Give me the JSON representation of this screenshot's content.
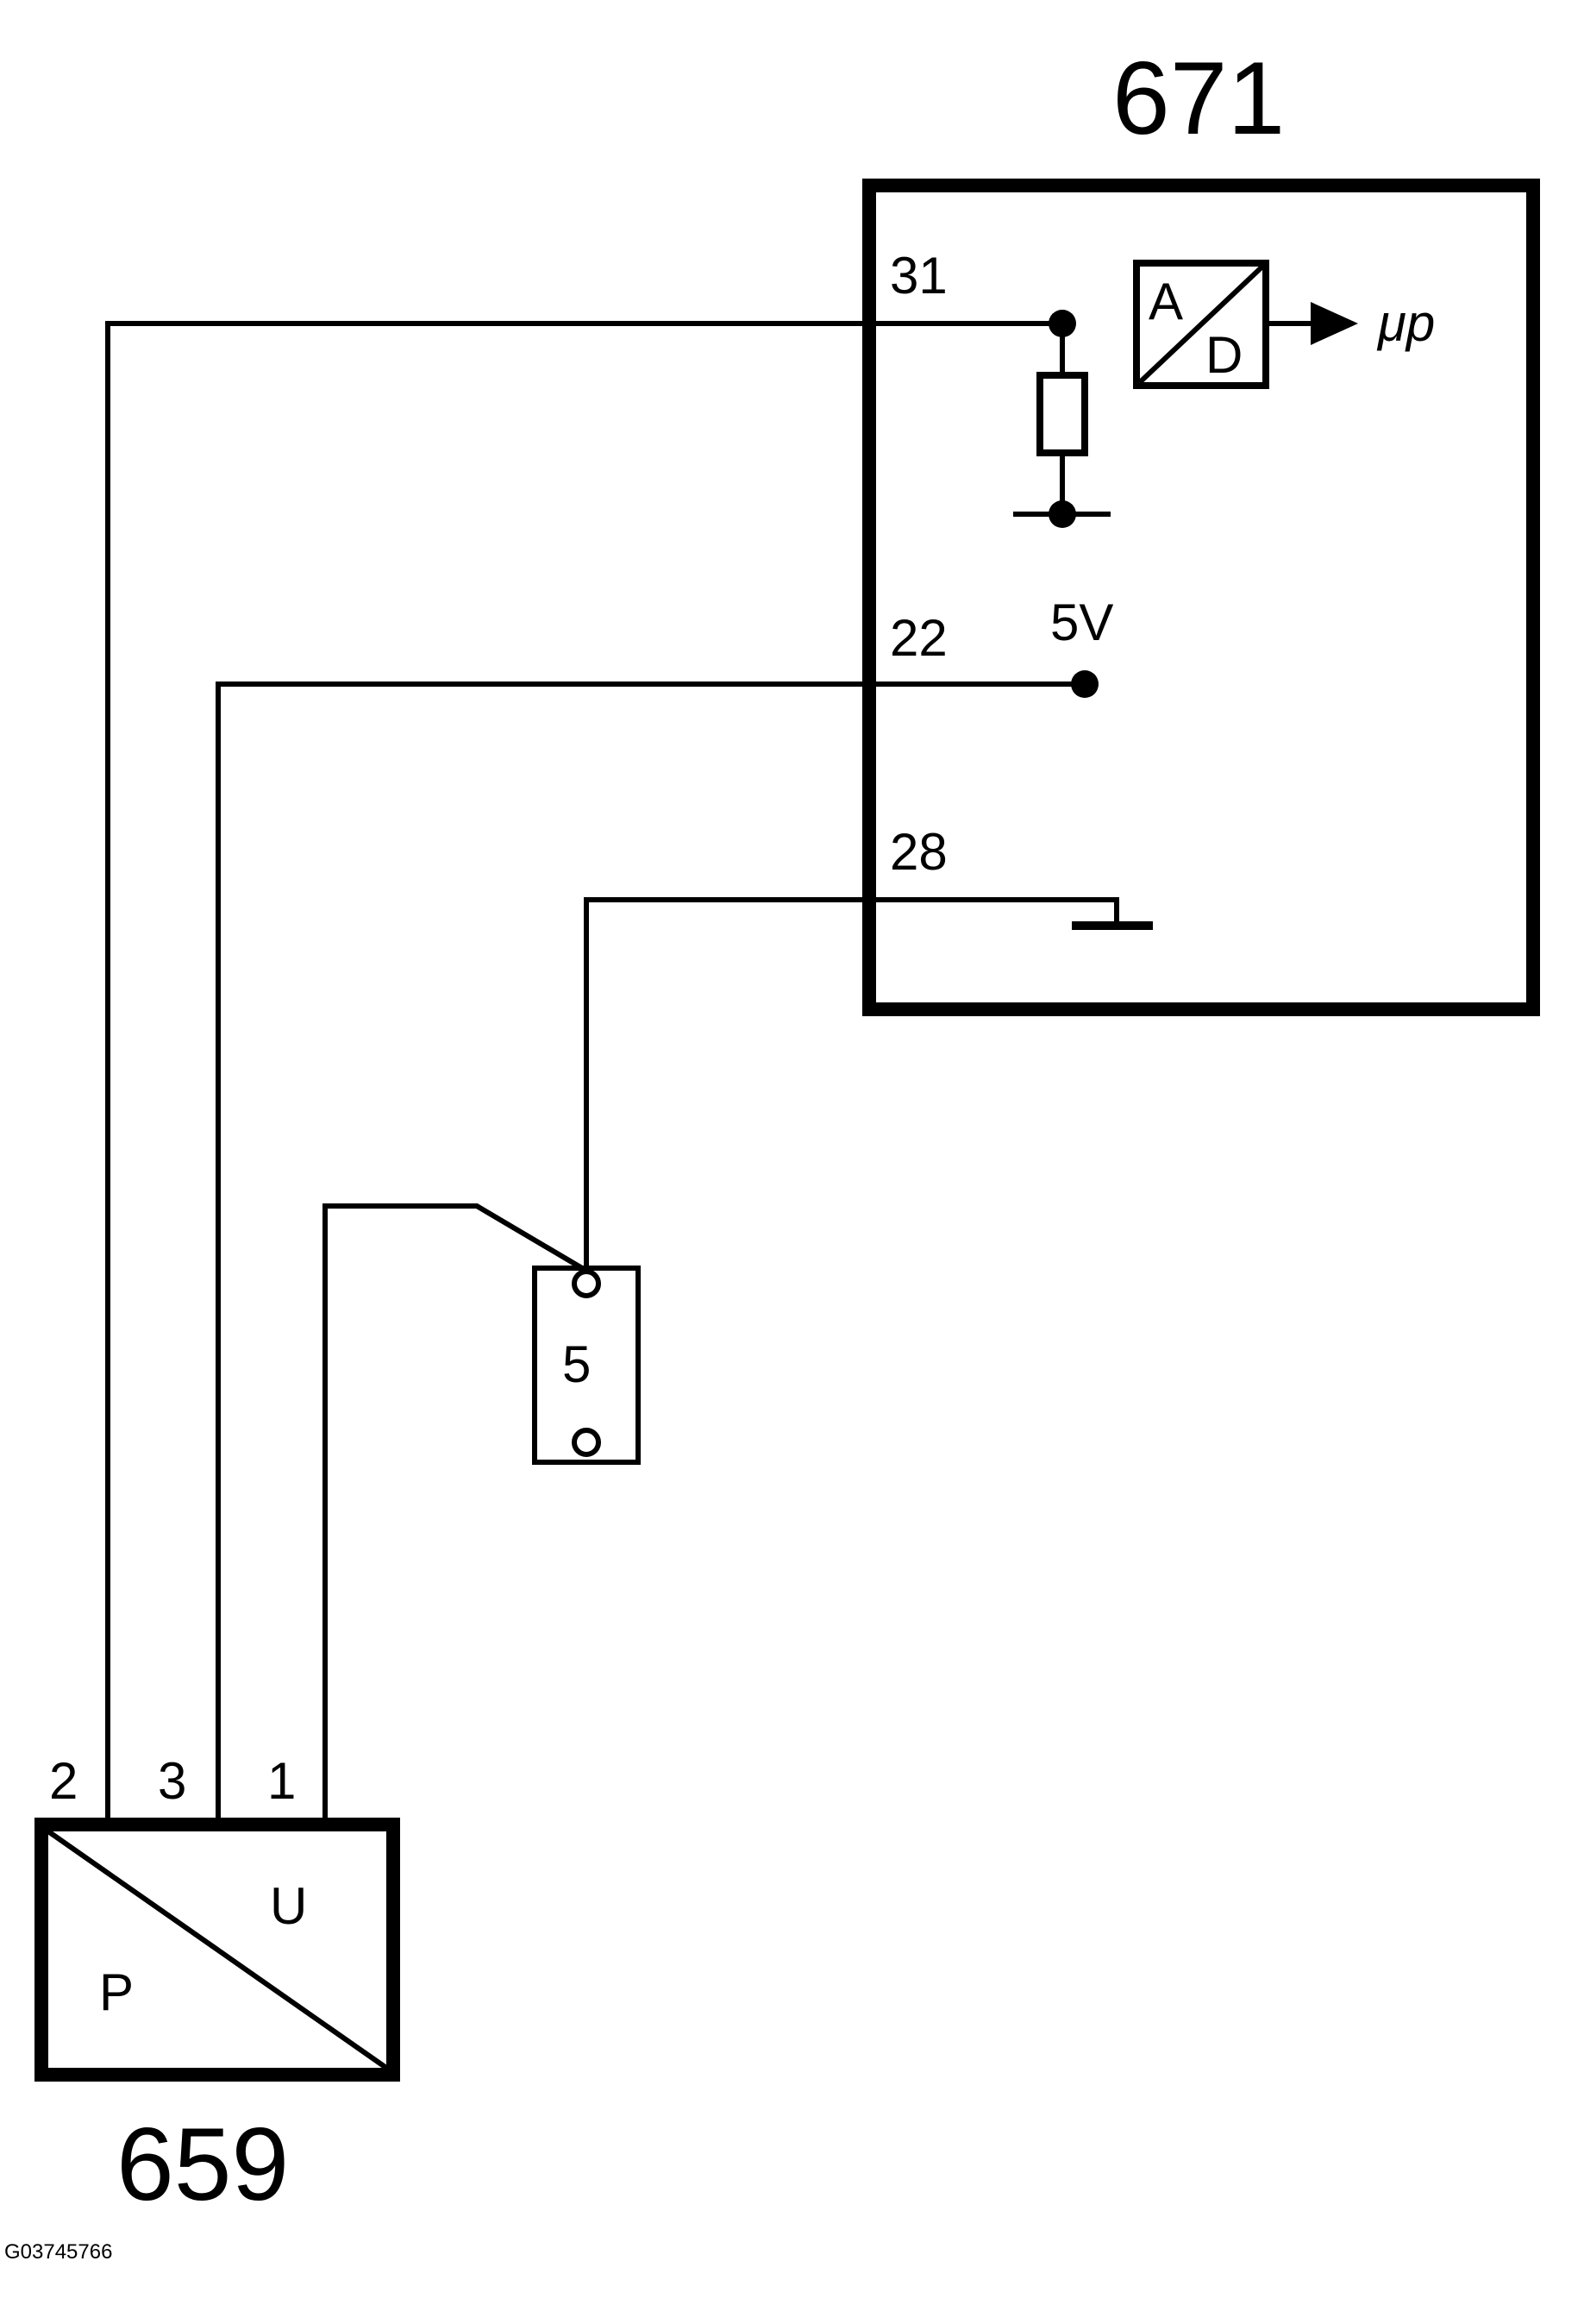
{
  "components": {
    "ecu": {
      "number": "671",
      "pins": {
        "p31": "31",
        "p22": "22",
        "p28": "28"
      },
      "supply_label": "5V",
      "adc": {
        "a": "A",
        "d": "D"
      },
      "output_label": "μp"
    },
    "sensor": {
      "number": "659",
      "pins": {
        "p2": "2",
        "p3": "3",
        "p1": "1"
      },
      "p_label": "P",
      "u_label": "U"
    },
    "connector": {
      "number": "5"
    }
  },
  "figure_code": "G03745766",
  "colors": {
    "line": "#000000",
    "background": "#ffffff"
  }
}
